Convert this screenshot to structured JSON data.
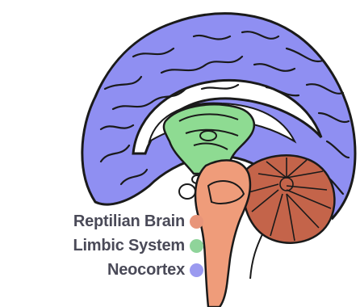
{
  "legend": {
    "items": [
      {
        "label": "Reptilian Brain",
        "color": "#e8957a"
      },
      {
        "label": "Limbic System",
        "color": "#8fd49a"
      },
      {
        "label": "Neocortex",
        "color": "#9b9af0"
      }
    ]
  },
  "colors": {
    "neocortex": "#8f8ff2",
    "limbic": "#8edb92",
    "reptilian": "#ef9c7a",
    "cerebellum": "#c4644a",
    "outline": "#1a1a1a"
  }
}
